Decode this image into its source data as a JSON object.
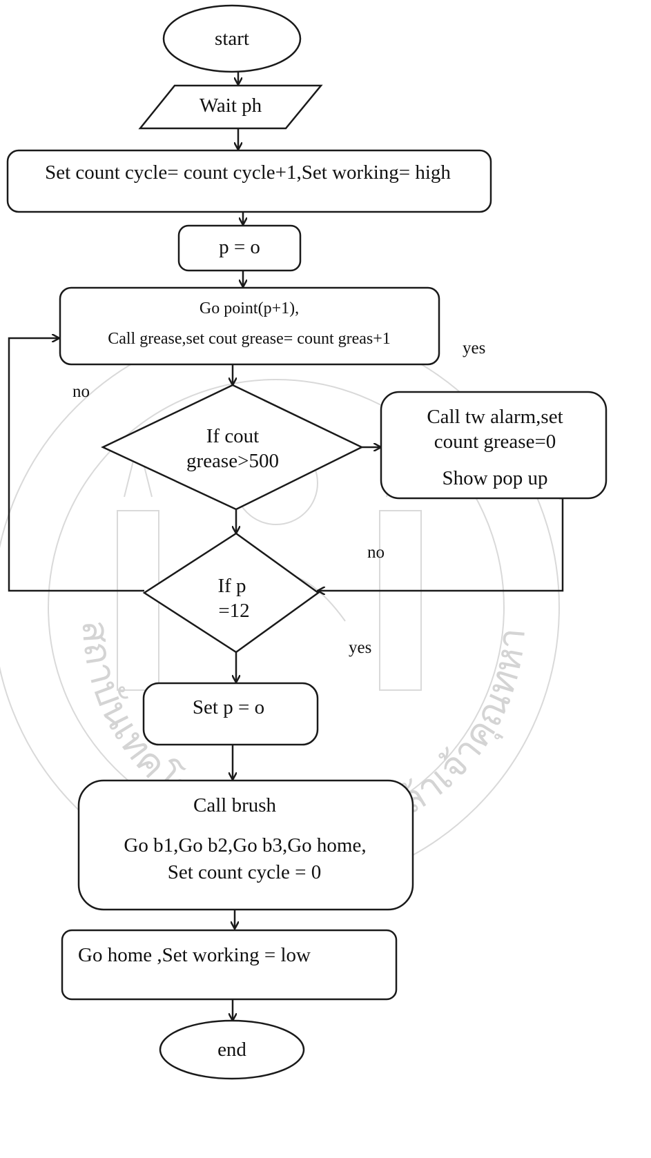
{
  "diagram": {
    "nodes": {
      "start": "start",
      "wait": "Wait ph",
      "set_count": "Set count cycle= count cycle+1,Set working= high",
      "p_init": "p = o",
      "go_point_1": "Go point(p+1),",
      "go_point_2": "Call grease,set cout grease= count greas+1",
      "if_grease_1": "If cout",
      "if_grease_2": "grease>500",
      "alarm_1": "Call tw alarm,set",
      "alarm_2": "count grease=0",
      "alarm_3": "Show pop up",
      "if_p_1": "If p",
      "if_p_2": "=12",
      "set_p": "Set p = o",
      "brush_1": "Call brush",
      "brush_2": "Go b1,Go b2,Go b3,Go home,",
      "brush_3": "Set count cycle = 0",
      "go_home": "Go home ,Set working = low",
      "end": "end"
    },
    "edge_labels": {
      "grease_yes": "yes",
      "grease_no": "no",
      "p_no": "no",
      "p_yes": "yes"
    }
  },
  "watermark": {
    "arc_text": "สถาบันเทคโนโลยีพระจอมเกล้าเจ้าคุณทหารลาดกระบัง"
  }
}
